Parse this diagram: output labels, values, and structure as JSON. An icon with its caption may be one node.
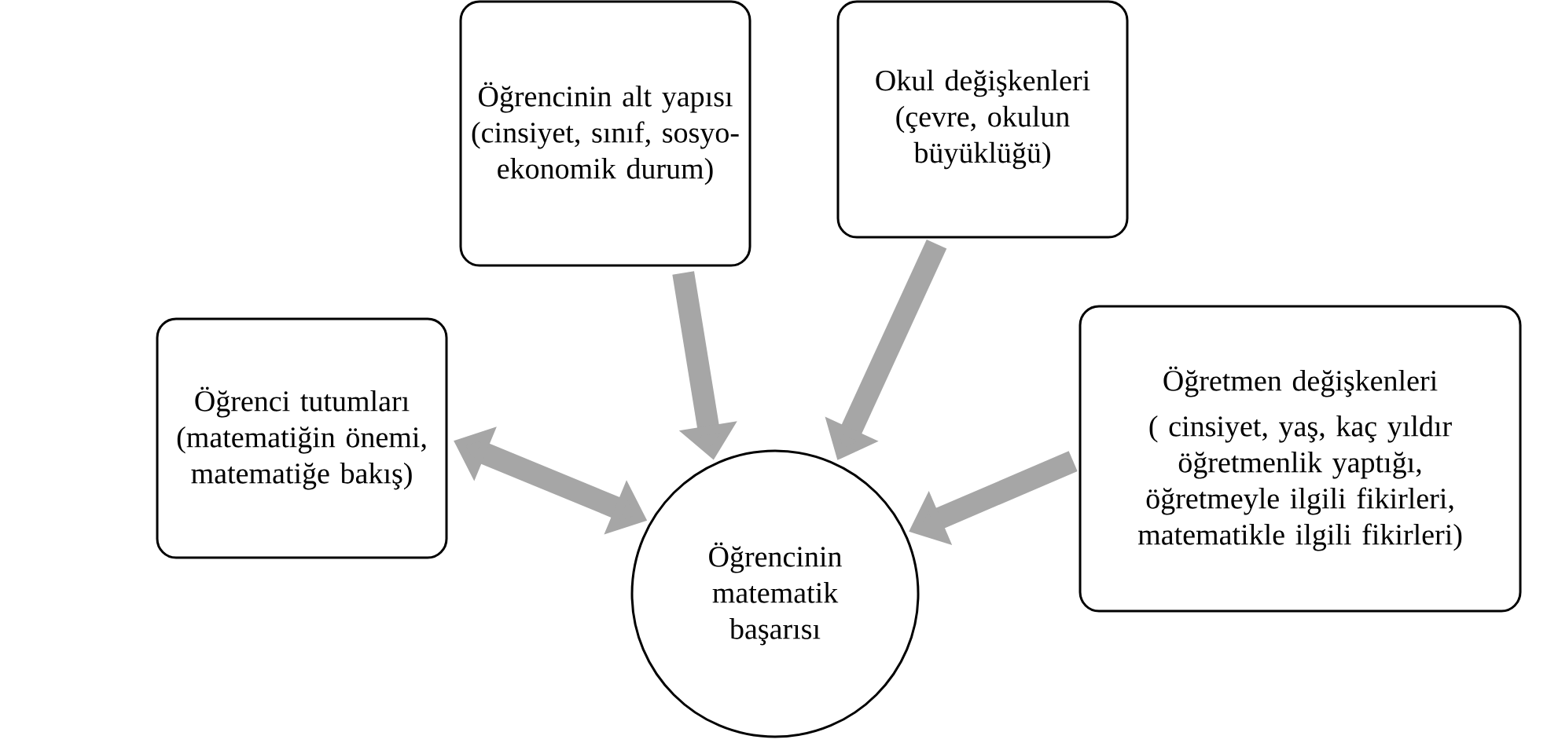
{
  "diagram": {
    "nodes": [
      {
        "text": [
          "Öğrenci tutumları (matematiğin önemi, matematiğe bakış)"
        ]
      },
      {
        "text": [
          "Öğrencinin alt yapısı (cinsiyet, sınıf, sosyo-ekonomik durum)"
        ]
      },
      {
        "text": [
          "Okul değişkenleri (çevre, okulun büyüklüğü)"
        ]
      },
      {
        "text": [
          "Öğretmen değişkenleri",
          "( cinsiyet, yaş, kaç yıldır öğretmenlik yaptığı, öğretmeyle ilgili fikirleri, matematikle ilgili fikirleri)"
        ]
      },
      {
        "text": [
          "Öğrencinin matematik başarısı"
        ]
      }
    ],
    "edges": [
      {
        "from": 0,
        "to": 4,
        "arrow": "both"
      },
      {
        "from": 1,
        "to": 4,
        "arrow": "to"
      },
      {
        "from": 2,
        "to": 4,
        "arrow": "to"
      },
      {
        "from": 3,
        "to": 4,
        "arrow": "to"
      }
    ]
  }
}
